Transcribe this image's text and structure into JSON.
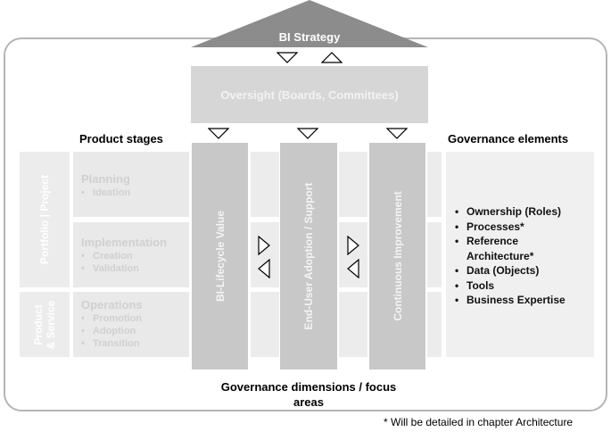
{
  "roof_title": "BI Strategy",
  "oversight": "Oversight (Boards, Committees)",
  "headings": {
    "product_stages": "Product stages",
    "governance_elements": "Governance elements"
  },
  "side_labels": {
    "portfolio": "Portfolio | Project",
    "product": [
      "Product",
      "& Service"
    ]
  },
  "stages": [
    {
      "title": "Planning",
      "items": [
        "Ideation"
      ]
    },
    {
      "title": "Implementation",
      "items": [
        "Creation",
        "Validation"
      ]
    },
    {
      "title": "Operations",
      "items": [
        "Promotion",
        "Adoption",
        "Transition"
      ]
    }
  ],
  "pillars": [
    "BI-Lifecycle Value",
    "End-User Adoption / Support",
    "Continuous Improvement"
  ],
  "governance_elements": [
    "Ownership (Roles)",
    "Processes*",
    "Reference Architecture*",
    "Data (Objects)",
    "Tools",
    "Business Expertise"
  ],
  "footer": [
    "Governance dimensions / focus",
    "areas"
  ],
  "note": "* Will be detailed in chapter Architecture",
  "colors": {
    "roof": "#8c8c8c",
    "pillar": "#c8c8c8",
    "oversight": "#d6d6d6",
    "frame": "#b5b5b5"
  }
}
